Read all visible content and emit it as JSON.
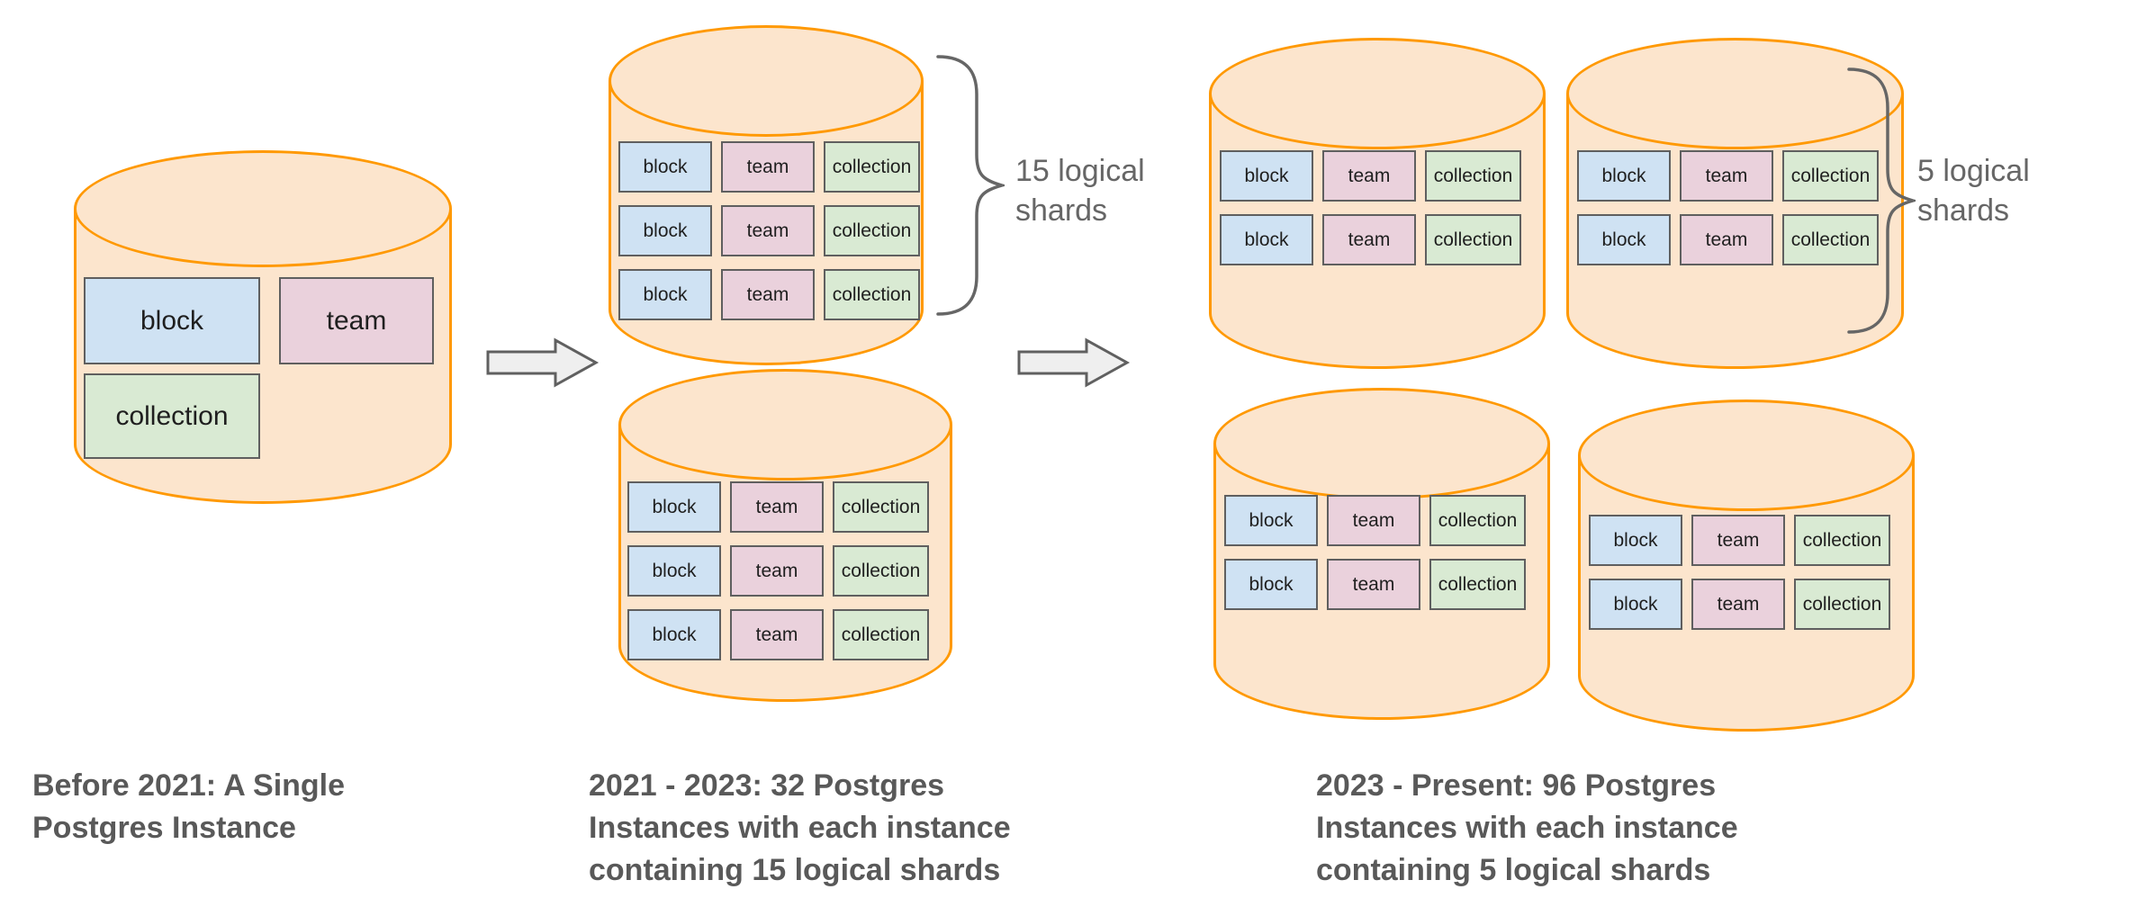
{
  "palette": {
    "cylinder_fill": "#fce5cd",
    "cylinder_stroke": "#ff9902",
    "block_fill": "#cfe2f3",
    "team_fill": "#ead1dc",
    "collection_fill": "#d9ead3",
    "table_stroke": "#5f5f5f",
    "table_text": "#1f1f1f",
    "arrow_fill": "#efefef",
    "arrow_stroke": "#606060",
    "brace_stroke": "#666666",
    "shard_label_color": "#666666",
    "caption_color": "#595959"
  },
  "tables": {
    "block": "block",
    "team": "team",
    "collection": "collection"
  },
  "stages": [
    {
      "caption": "Before 2021: A Single\nPostgres Instance",
      "instances_shown": 1
    },
    {
      "caption": "2021 - 2023: 32 Postgres\nInstances with each instance\ncontaining 15 logical shards",
      "shard_label": "15 logical\nshards",
      "instances_shown": 2,
      "shard_rows_per_instance": 3
    },
    {
      "caption": "2023 - Present: 96 Postgres\nInstances with each instance\ncontaining 5 logical shards",
      "shard_label": "5 logical\nshards",
      "instances_shown": 4,
      "shard_rows_per_instance": 2
    }
  ]
}
